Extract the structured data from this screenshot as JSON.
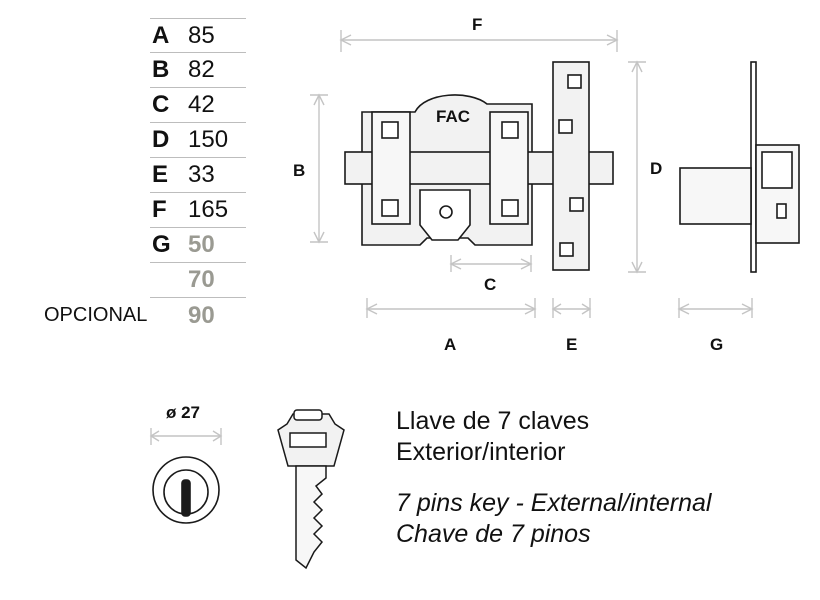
{
  "dimensions": [
    {
      "key": "A",
      "value": "85"
    },
    {
      "key": "B",
      "value": "82"
    },
    {
      "key": "C",
      "value": "42"
    },
    {
      "key": "D",
      "value": "150"
    },
    {
      "key": "E",
      "value": "33"
    },
    {
      "key": "F",
      "value": "165"
    },
    {
      "key": "G",
      "value": "50"
    },
    {
      "key": "",
      "value": "70"
    },
    {
      "key": "",
      "value": "90"
    }
  ],
  "optional_label": "OPCIONAL",
  "drawing_labels": {
    "F": "F",
    "B": "B",
    "D": "D",
    "C": "C",
    "A": "A",
    "E": "E",
    "G": "G"
  },
  "brand_mark": "FAC",
  "cylinder_diameter": "ø 27",
  "description": {
    "es_line1": "Llave de 7 claves",
    "es_line2": "Exterior/interior",
    "en_line": "7 pins key - External/internal",
    "pt_line": "Chave de 7 pinos"
  },
  "colors": {
    "line": "#1a1a1a",
    "dimension": "#c4c4c4",
    "muted_value": "#9a9a92"
  }
}
